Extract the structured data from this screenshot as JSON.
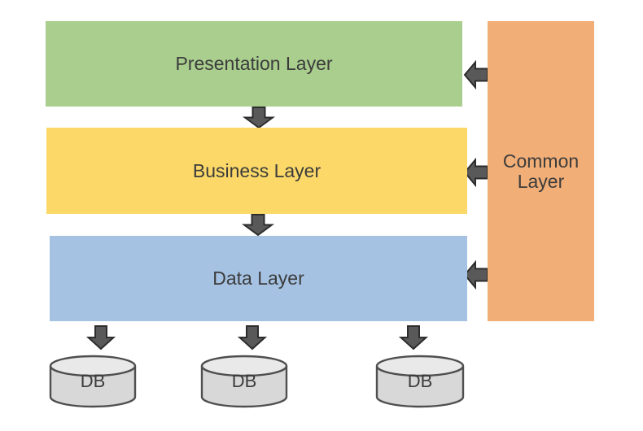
{
  "diagram": {
    "layers": [
      {
        "id": "presentation",
        "label": "Presentation Layer"
      },
      {
        "id": "business",
        "label": "Business Layer"
      },
      {
        "id": "data",
        "label": "Data Layer"
      }
    ],
    "common": {
      "id": "common",
      "label": "Common Layer"
    },
    "databases": [
      {
        "label": "DB"
      },
      {
        "label": "DB"
      },
      {
        "label": "DB"
      }
    ],
    "arrows": [
      {
        "from": "presentation",
        "to": "business",
        "direction": "down"
      },
      {
        "from": "business",
        "to": "data",
        "direction": "down"
      },
      {
        "from": "common",
        "to": "presentation",
        "direction": "left"
      },
      {
        "from": "common",
        "to": "business",
        "direction": "left"
      },
      {
        "from": "common",
        "to": "data",
        "direction": "left"
      },
      {
        "from": "data",
        "to": "db-1",
        "direction": "down"
      },
      {
        "from": "data",
        "to": "db-2",
        "direction": "down"
      },
      {
        "from": "data",
        "to": "db-3",
        "direction": "down"
      }
    ],
    "colors": {
      "presentation": "#A9CE8D",
      "business": "#FBD868",
      "data": "#A6C2E3",
      "common": "#F1AE77",
      "arrow_fill": "#595959",
      "arrow_stroke": "#2D2D2D",
      "db_body": "#D8D8D8",
      "db_top": "#E9E9E9",
      "db_stroke": "#4F4F4F",
      "text": "#3C3C3C",
      "background": "#FFFFFF"
    }
  }
}
